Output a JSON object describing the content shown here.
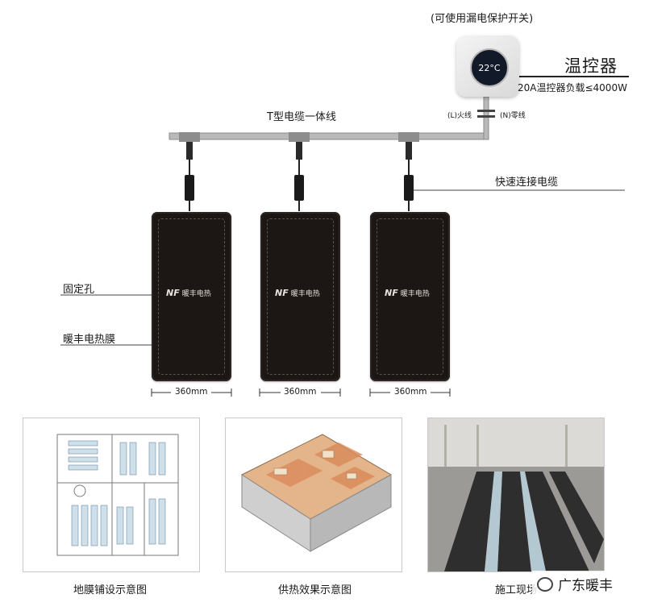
{
  "thermostat": {
    "note": "(可使用漏电保护开关)",
    "title": "温控器",
    "spec": "20A温控器负载≤4000W",
    "display": "22°C"
  },
  "cable": {
    "t_label": "T型电缆一体线",
    "live_label": "(L)火线",
    "neutral_label": "(N)零线",
    "quick_connect_label": "快速连接电缆"
  },
  "film": {
    "fixing_hole_label": "固定孔",
    "film_label": "暖丰电热膜",
    "width_label": "360mm",
    "logo_text": "NF",
    "logo_cn": "暖丰电热"
  },
  "bottom": {
    "captions": [
      "地膜铺设示意图",
      "供热效果示意图",
      "施工现场"
    ],
    "watermark": "广东暖丰"
  }
}
